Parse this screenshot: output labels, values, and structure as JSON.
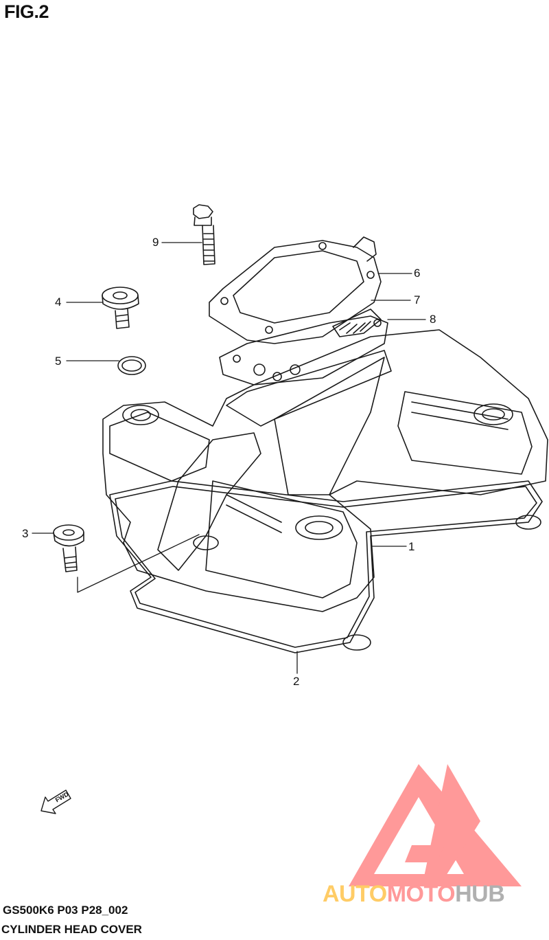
{
  "figure": {
    "title": "FIG.2"
  },
  "callouts": [
    {
      "id": "1",
      "label": "1"
    },
    {
      "id": "2",
      "label": "2"
    },
    {
      "id": "3",
      "label": "3"
    },
    {
      "id": "4",
      "label": "4"
    },
    {
      "id": "5",
      "label": "5"
    },
    {
      "id": "6",
      "label": "6"
    },
    {
      "id": "7",
      "label": "7"
    },
    {
      "id": "8",
      "label": "8"
    },
    {
      "id": "9",
      "label": "9"
    }
  ],
  "fwd_marker": {
    "label": "FWD",
    "icon": "fwd-arrow-icon"
  },
  "footer": {
    "model_code": "GS500K6 P03 P28_002",
    "section_name": "CYLINDER HEAD COVER"
  },
  "watermark": {
    "word_part1": "AUTO",
    "word_part2": "MOTO",
    "word_part3": "HUB",
    "colors": {
      "part1": "#ffcc66",
      "part2": "#ff9999",
      "part3": "#b0b0b0",
      "triangle": "#ff9999"
    }
  }
}
